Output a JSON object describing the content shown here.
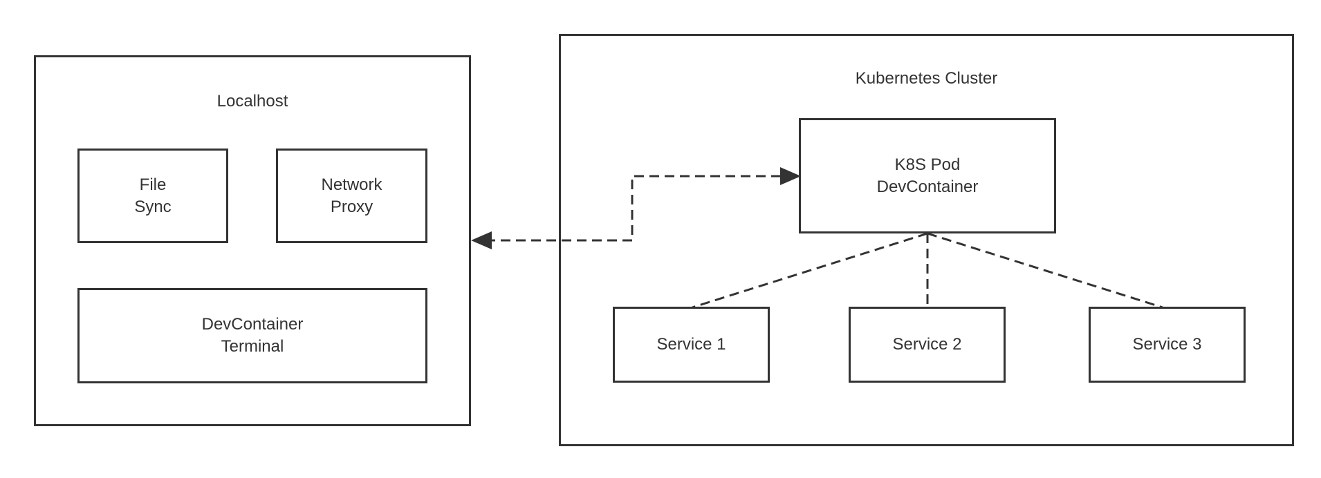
{
  "localhost": {
    "title": "Localhost",
    "file_sync": {
      "line1": "File",
      "line2": "Sync"
    },
    "network_proxy": {
      "line1": "Network",
      "line2": "Proxy"
    },
    "devcontainer_terminal": {
      "line1": "DevContainer",
      "line2": "Terminal"
    }
  },
  "cluster": {
    "title": "Kubernetes Cluster",
    "pod": {
      "line1": "K8S Pod",
      "line2": "DevContainer"
    },
    "services": [
      {
        "label": "Service 1"
      },
      {
        "label": "Service 2"
      },
      {
        "label": "Service 3"
      }
    ]
  },
  "colors": {
    "stroke": "#333333",
    "background": "#ffffff"
  }
}
